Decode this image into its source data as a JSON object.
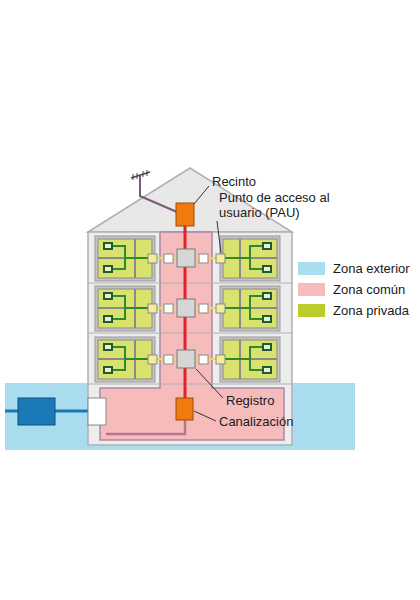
{
  "diagram": {
    "labels": [
      "Recinto",
      "Punto de acceso al usuario (PAU)",
      "Registro",
      "Canalización"
    ],
    "legend": [
      {
        "text": "Zona exterior",
        "color": "#a9dcef"
      },
      {
        "text": "Zona común",
        "color": "#f6bcbc"
      },
      {
        "text": "Zona privada",
        "color": "#bccc2a"
      }
    ]
  }
}
